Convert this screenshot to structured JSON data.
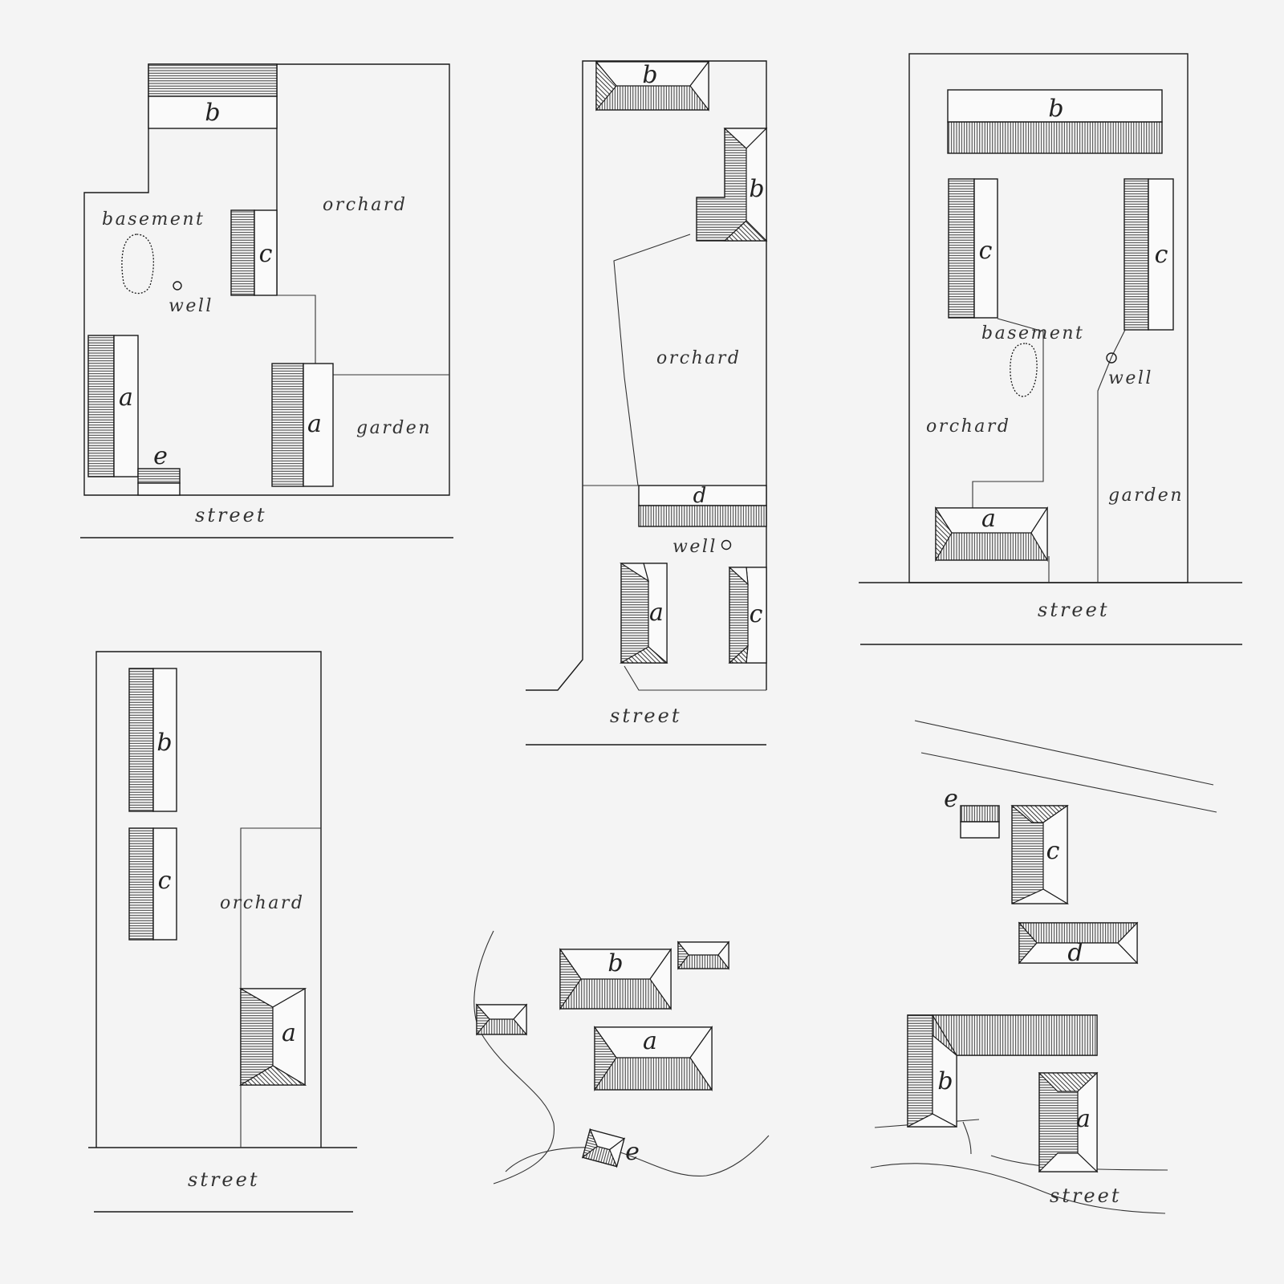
{
  "colors": {
    "background": "#f4f4f4",
    "ink": "#1a1a1a"
  },
  "plans": [
    {
      "buildings": [
        "b",
        "c",
        "a",
        "e"
      ],
      "areas": {
        "basement": "basement",
        "well": "well",
        "orchard": "orchard",
        "garden": "garden",
        "street": "street"
      }
    },
    {
      "buildings": [
        "b",
        "b",
        "d",
        "a",
        "c"
      ],
      "areas": {
        "orchard": "orchard",
        "well": "well",
        "street": "street"
      }
    },
    {
      "buildings": [
        "b",
        "c",
        "c",
        "a"
      ],
      "areas": {
        "basement": "basement",
        "well": "well",
        "orchard": "orchard",
        "garden": "garden",
        "street": "street"
      }
    },
    {
      "buildings": [
        "b",
        "c",
        "a"
      ],
      "areas": {
        "orchard": "orchard",
        "street": "street"
      }
    },
    {
      "buildings": [
        "b",
        "a",
        "e"
      ]
    },
    {
      "buildings": [
        "e",
        "c",
        "d",
        "b",
        "a"
      ],
      "areas": {
        "street": "street"
      }
    }
  ]
}
